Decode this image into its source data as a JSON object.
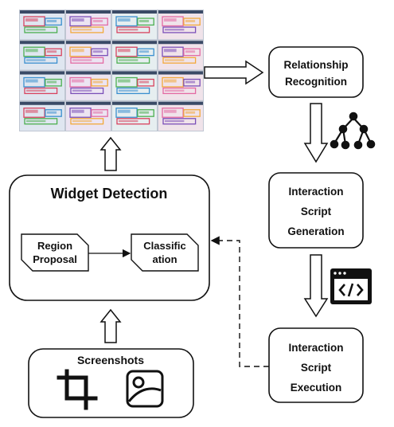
{
  "widget_detection": {
    "title": "Widget Detection",
    "region_proposal": [
      "Region",
      "Proposal"
    ],
    "classification": [
      "Classific",
      "ation"
    ]
  },
  "screenshots": {
    "label": "Screenshots",
    "icons": [
      "crop-icon",
      "image-icon"
    ]
  },
  "relationship_recognition": [
    "Relationship",
    "Recognition"
  ],
  "interaction_script_generation": [
    "Interaction",
    "Script",
    "Generation"
  ],
  "interaction_script_execution": [
    "Interaction",
    "Script",
    "Execution"
  ],
  "icons": {
    "tree": "hierarchy-tree-icon",
    "code": "code-window-icon"
  },
  "thumbnail_grid": {
    "rows": 4,
    "cols": 4
  }
}
